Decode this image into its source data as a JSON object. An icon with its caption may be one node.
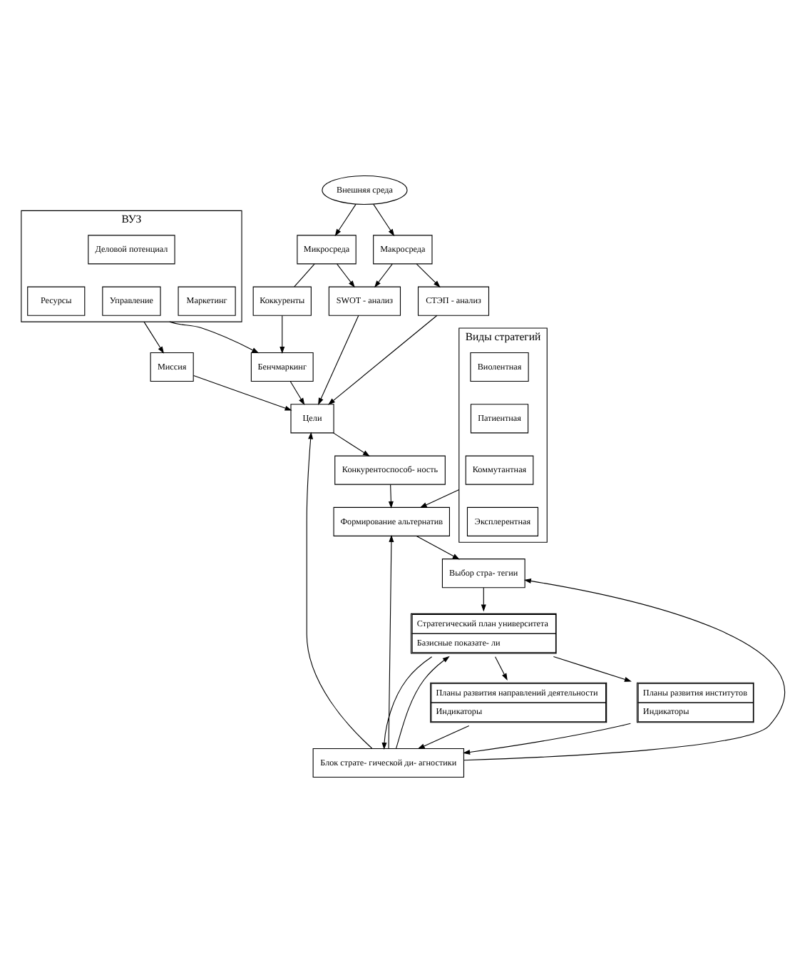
{
  "diagram": {
    "nodes": [
      {
        "text": [
          "ВУЗ"
        ]
      },
      {
        "text": [
          "Деловой потенциал"
        ],
        "in": 0
      },
      {
        "text": [
          "Ресурсы"
        ],
        "in": 0
      },
      {
        "text": [
          "Управление"
        ],
        "in": 0
      },
      {
        "text": [
          "Маркетинг"
        ],
        "in": 0
      },
      {
        "text": [
          "Внешняя среда"
        ]
      },
      {
        "text": [
          "Миссия"
        ]
      },
      {
        "text": [
          "Макросреда"
        ]
      },
      {
        "text": [
          "Микросреда"
        ]
      },
      {
        "text": [
          "Цели"
        ]
      },
      {
        "text": [
          "СТЭП - анализ"
        ]
      },
      {
        "text": [
          "SWOT - анализ"
        ]
      },
      {
        "text": [
          "Виды стратегий"
        ]
      },
      {
        "text": [
          "Виолентная"
        ],
        "in": 12
      },
      {
        "text": [
          "Патиентная"
        ],
        "in": 12
      },
      {
        "text": [
          "Коммутантная"
        ],
        "in": 12
      },
      {
        "text": [
          "Эксплерентная"
        ],
        "in": 12
      },
      {
        "text": [
          "Конкурентоспособ- ность"
        ]
      },
      {
        "text": [
          "Формирование альтернатив"
        ]
      },
      {
        "text": [
          "Коккуренты"
        ]
      },
      {
        "text": [
          "Бенчмаркинг"
        ]
      },
      {
        "text": [
          "Выбор стра- тегии"
        ]
      },
      {
        "text": [
          "Блок страте- гической ди- агностики"
        ]
      },
      {
        "text": [
          "Стратегический план университета",
          "Базисные показате- ли"
        ]
      },
      {
        "text": [
          "Планы развития направлений деятельности",
          "Индикаторы"
        ]
      },
      {
        "text": [
          "Планы развития институтов",
          "Индикаторы"
        ]
      }
    ],
    "edges": [
      {
        "from": 0,
        "to": 6,
        "arrow": "to"
      },
      {
        "from": 6,
        "to": 9,
        "arrow": "to"
      },
      {
        "from": 5,
        "to": 7,
        "arrow": "to"
      },
      {
        "from": 5,
        "to": 8,
        "arrow": "to"
      },
      {
        "from": 7,
        "to": 10,
        "arrow": "to"
      },
      {
        "from": 7,
        "to": 11,
        "arrow": "to"
      },
      {
        "from": 8,
        "to": 11,
        "arrow": "to"
      },
      {
        "from": 10,
        "to": 9,
        "arrow": "to"
      },
      {
        "from": 11,
        "to": 9,
        "arrow": "to"
      },
      {
        "from": 20,
        "to": 9,
        "arrow": "to"
      },
      {
        "from": 9,
        "to": 17,
        "arrow": "to"
      },
      {
        "from": 17,
        "to": 18,
        "arrow": "to"
      },
      {
        "from": 12,
        "to": 18,
        "arrow": "to"
      },
      {
        "from": 8,
        "to": 19,
        "arrow": "none"
      },
      {
        "from": 0,
        "to": 20,
        "arrow": "to"
      },
      {
        "from": 19,
        "to": 20,
        "arrow": "to"
      },
      {
        "from": 18,
        "to": 21,
        "arrow": "to"
      },
      {
        "from": 22,
        "to": 9,
        "arrow": "to"
      },
      {
        "from": 22,
        "to": 18,
        "arrow": "to"
      },
      {
        "from": 22,
        "to": 21,
        "arrow": "to"
      },
      {
        "from": 21,
        "to": 23,
        "arrow": "to"
      },
      {
        "from": 22,
        "to": 23,
        "arrow": "to"
      },
      {
        "from": 23,
        "to": 22,
        "arrow": "to"
      },
      {
        "from": 23,
        "to": 24,
        "arrow": "to"
      },
      {
        "from": 23,
        "to": 25,
        "arrow": "to"
      },
      {
        "from": 24,
        "to": 22,
        "arrow": "to"
      },
      {
        "from": 25,
        "to": 22,
        "arrow": "to"
      }
    ]
  }
}
